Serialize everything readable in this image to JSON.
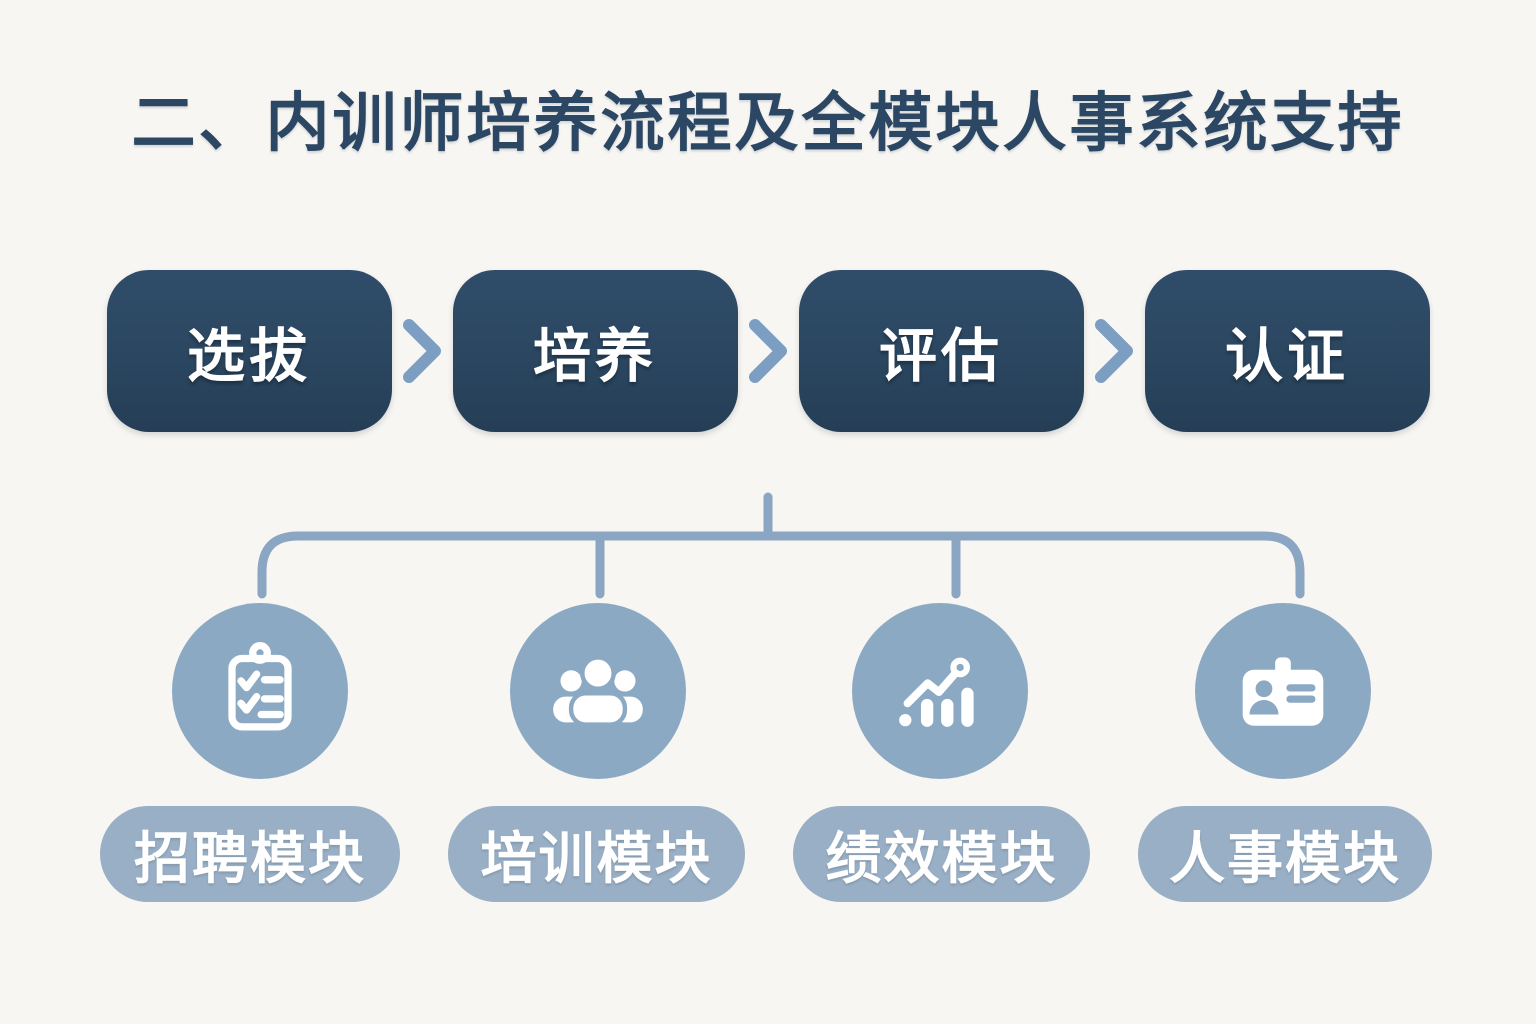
{
  "title": "二、内训师培养流程及全模块人事系统支持",
  "colors": {
    "background": "#F8F6F2",
    "box_navy": "#2B4660",
    "title_navy": "#2B4763",
    "arrow_blue": "#7C9EC2",
    "connector_blue": "#8AA6C2",
    "circle_blue": "#8CA9C4",
    "pill_blue": "#98AFC6",
    "text_white": "#FFFFFF"
  },
  "flow": {
    "arrow_icon": "chevron-right-icon",
    "steps": [
      {
        "label": "选拔"
      },
      {
        "label": "培养"
      },
      {
        "label": "评估"
      },
      {
        "label": "认证"
      }
    ]
  },
  "modules": [
    {
      "icon": "checklist-clipboard-icon",
      "label": "招聘模块"
    },
    {
      "icon": "people-group-icon",
      "label": "培训模块"
    },
    {
      "icon": "growth-chart-icon",
      "label": "绩效模块"
    },
    {
      "icon": "id-badge-icon",
      "label": "人事模块"
    }
  ]
}
